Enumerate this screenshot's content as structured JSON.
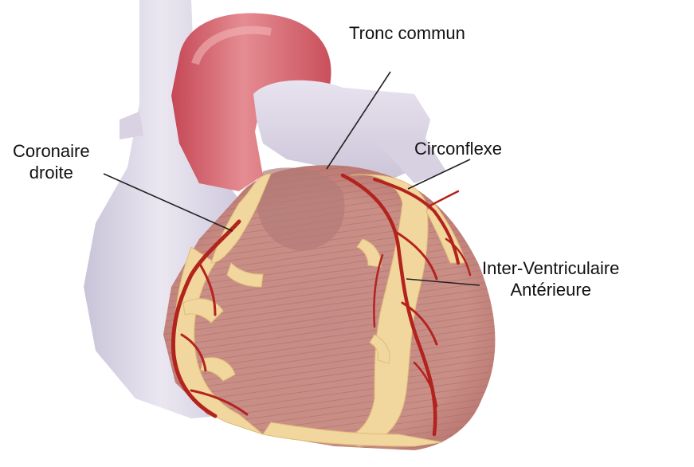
{
  "labels": {
    "tronc_commun": "Tronc commun",
    "coronaire_droite_line1": "Coronaire",
    "coronaire_droite_line2": "droite",
    "circonflexe": "Circonflexe",
    "iva_line1": "Inter-Ventriculaire",
    "iva_line2": "Antérieure"
  },
  "colors": {
    "background": "#ffffff",
    "vessel_lavender": "#d9d4e4",
    "aorta_red": "#d2606a",
    "myocardium": "#c98a86",
    "fat_yellow": "#f2d9a0",
    "artery_red": "#b2231f",
    "leader_line": "#222222"
  }
}
